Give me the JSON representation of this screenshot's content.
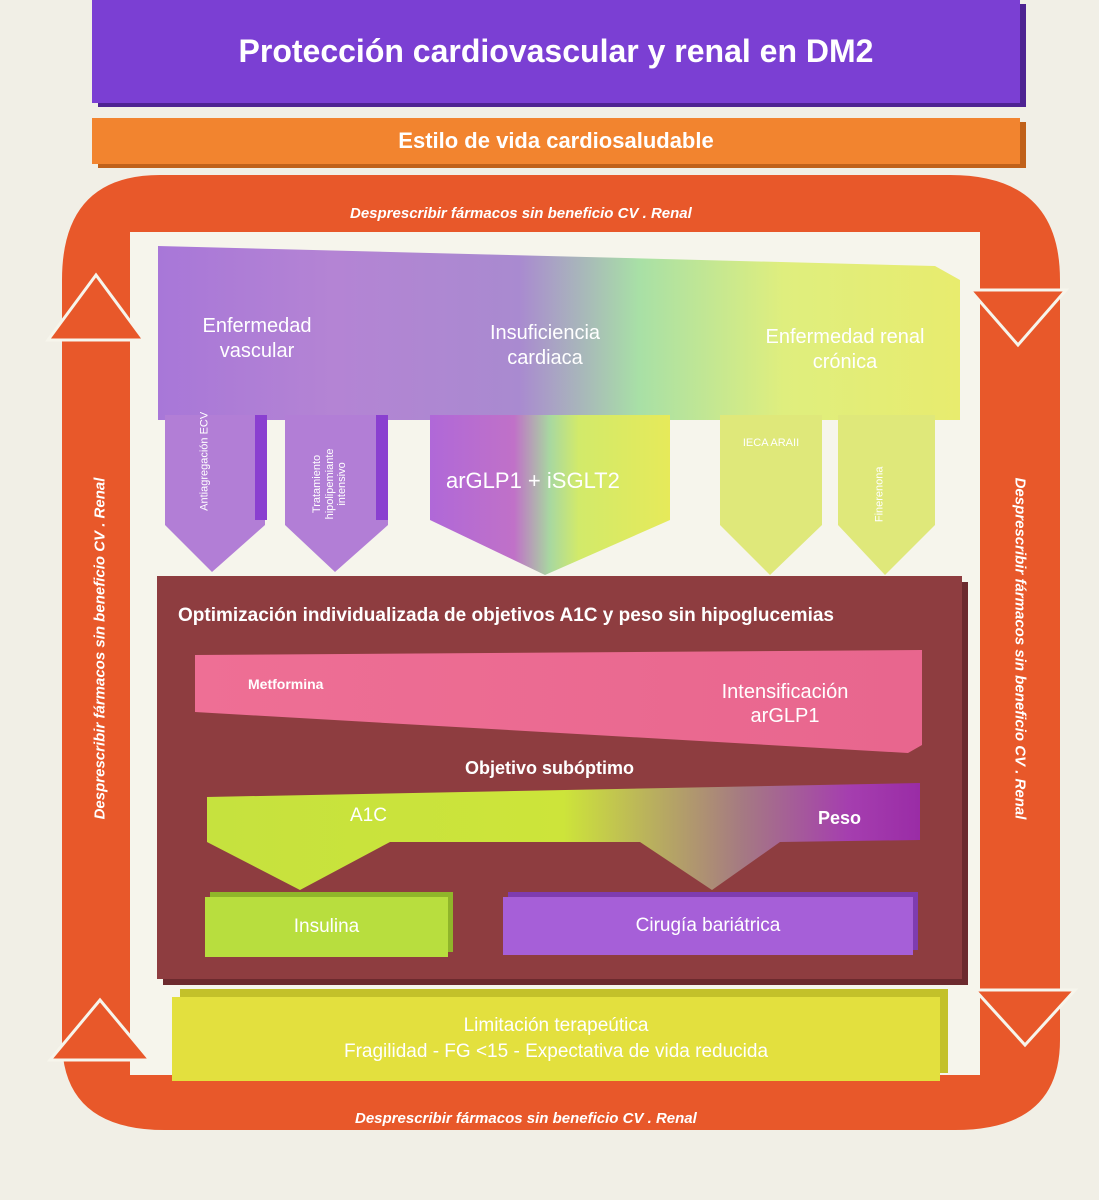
{
  "title": "Protección cardiovascular y renal en DM2",
  "lifestyle": "Estilo de vida cardiosaludable",
  "loop": {
    "top": "Desprescribir fármacos sin beneficio CV . Renal",
    "bottom": "Desprescribir fármacos sin beneficio CV . Renal",
    "left": "Desprescribir fármacos sin beneficio CV . Renal",
    "right": "Desprescribir fármacos sin beneficio CV . Renal"
  },
  "conditions": {
    "vascular": "Enfermedad vascular",
    "heart_failure": "Insuficiencia cardiaca",
    "renal": "Enfermedad renal crónica"
  },
  "drugs": {
    "antiaggregation": "Antiagregación ECV",
    "lipid": "Tratamiento hipolipemiante intensivo",
    "glp_sglt": "arGLP1 + iSGLT2",
    "ieca": "IECA ARAII",
    "finerenona": "Finerenona"
  },
  "optimization": {
    "title": "Optimización individualizada de objetivos A1C y peso sin hipoglucemias",
    "metformina": "Metformina",
    "intensification": "Intensificación arGLP1",
    "suboptimal": "Objetivo subóptimo",
    "a1c": "A1C",
    "peso": "Peso",
    "insulina": "Insulina",
    "cirugia": "Cirugía bariátrica"
  },
  "limitation": {
    "line1": "Limitación terapeútica",
    "line2": "Fragilidad - FG <15 - Expectativa de vida reducida"
  },
  "colors": {
    "purple": "#7b3fd3",
    "orange": "#f2842f",
    "loop": "#e8582a",
    "maroon": "#8e3d40",
    "pink": "#ec6f96",
    "lime": "#b8de3e",
    "yellow": "#e3e03e"
  }
}
